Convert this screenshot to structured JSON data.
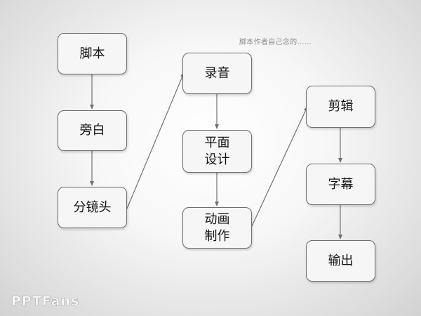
{
  "caption": "脚本作者自己念的……",
  "watermark": "PPTFans",
  "nodes": [
    {
      "id": "script",
      "label": "脚本"
    },
    {
      "id": "narration",
      "label": "旁白"
    },
    {
      "id": "storyboard",
      "label": "分镜头"
    },
    {
      "id": "recording",
      "label": "录音"
    },
    {
      "id": "graphic-design",
      "label": "平面\n设计"
    },
    {
      "id": "animation",
      "label": "动画\n制作"
    },
    {
      "id": "editing",
      "label": "剪辑"
    },
    {
      "id": "subtitles",
      "label": "字幕"
    },
    {
      "id": "output",
      "label": "输出"
    }
  ],
  "edges": [
    [
      "script",
      "narration"
    ],
    [
      "narration",
      "storyboard"
    ],
    [
      "storyboard",
      "recording"
    ],
    [
      "recording",
      "graphic-design"
    ],
    [
      "graphic-design",
      "animation"
    ],
    [
      "animation",
      "editing"
    ],
    [
      "editing",
      "subtitles"
    ],
    [
      "subtitles",
      "output"
    ]
  ],
  "colors": {
    "border": "#6e6e6e",
    "connector": "#707070",
    "text": "#151515"
  }
}
